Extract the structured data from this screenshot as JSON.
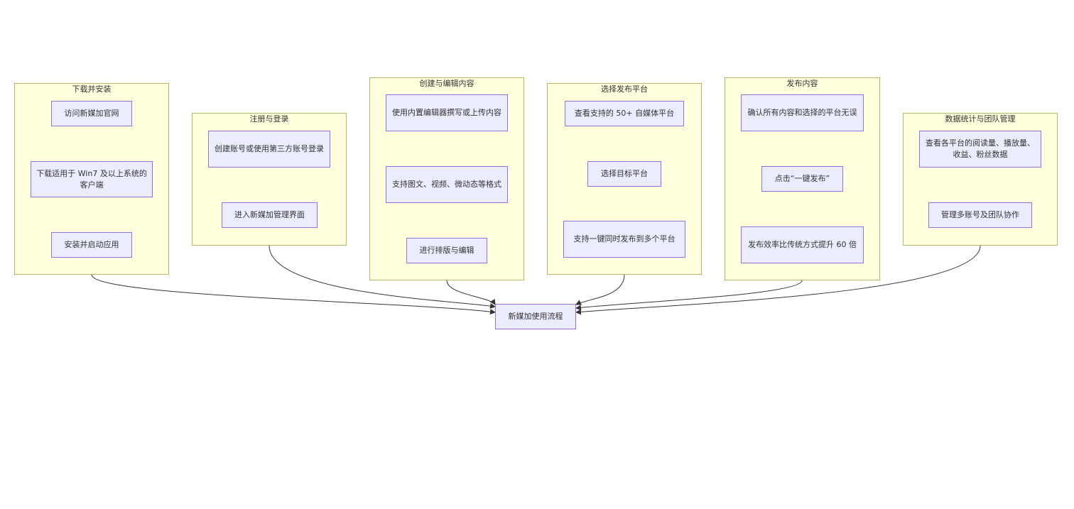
{
  "colors": {
    "cluster_fill": "#ffffde",
    "cluster_border": "#b7b76a",
    "node_fill": "#ececff",
    "node_border": "#9370db",
    "edge": "#333333"
  },
  "clusters": {
    "download": {
      "title": "下载并安装",
      "n1": "访问新媒加官网",
      "n2": "下载适用于 Win7 及以上系统的客户端",
      "n3": "安装并启动应用"
    },
    "register": {
      "title": "注册与登录",
      "n1": "创建账号或使用第三方账号登录",
      "n2": "进入新媒加管理界面"
    },
    "create": {
      "title": "创建与编辑内容",
      "n1": "使用内置编辑器撰写或上传内容",
      "n2": "支持图文、视频、微动态等格式",
      "n3": "进行排版与编辑"
    },
    "platform": {
      "title": "选择发布平台",
      "n1": "查看支持的 50+ 自媒体平台",
      "n2": "选择目标平台",
      "n3": "支持一键同时发布到多个平台"
    },
    "publish": {
      "title": "发布内容",
      "n1": "确认所有内容和选择的平台无误",
      "n2": "点击“一键发布”",
      "n3": "发布效率比传统方式提升 60 倍"
    },
    "stats": {
      "title": "数据统计与团队管理",
      "n1": "查看各平台的阅读量、播放量、收益、粉丝数据",
      "n2": "管理多账号及团队协作"
    }
  },
  "central_node": "新媒加使用流程"
}
